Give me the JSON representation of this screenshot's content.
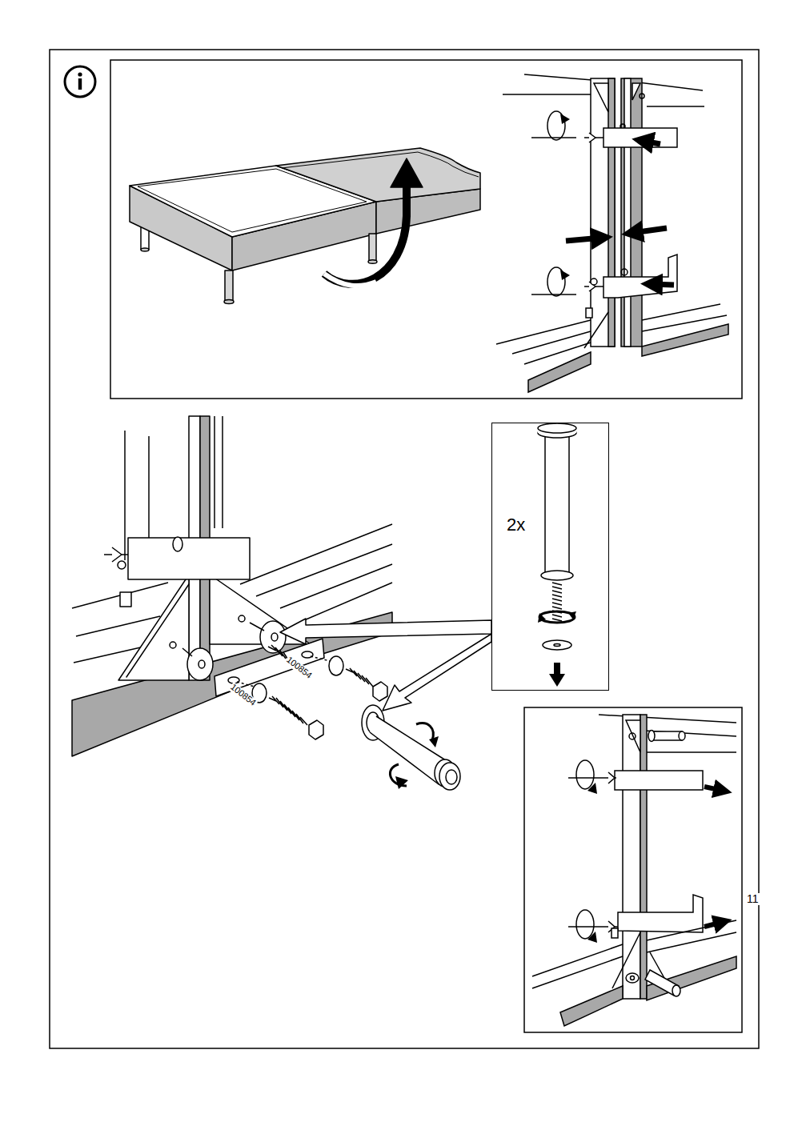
{
  "diagram": {
    "nodes": [
      {
        "text": [
          "2x"
        ]
      }
    ],
    "labels": [
      "100854",
      "100854",
      "11"
    ]
  }
}
